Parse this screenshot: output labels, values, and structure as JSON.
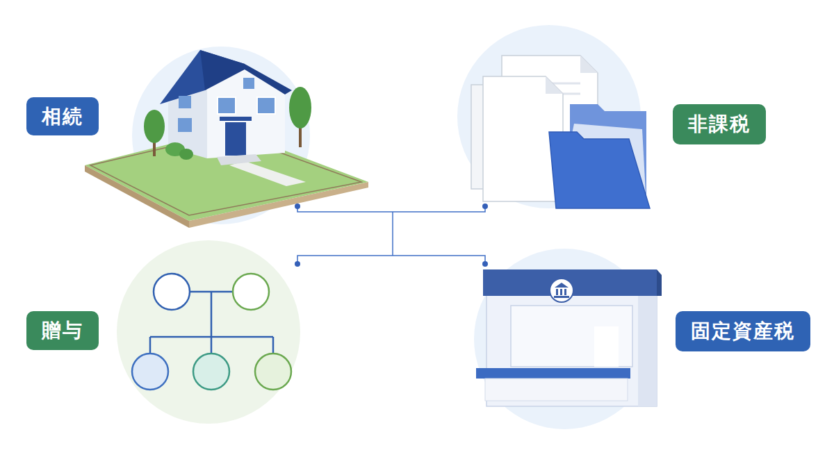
{
  "diagram": {
    "nodes": [
      {
        "text": [
          "相続"
        ]
      },
      {
        "text": [
          "非課税"
        ]
      },
      {
        "text": [
          "贈与"
        ]
      },
      {
        "text": [
          "固定資産税"
        ]
      }
    ]
  }
}
